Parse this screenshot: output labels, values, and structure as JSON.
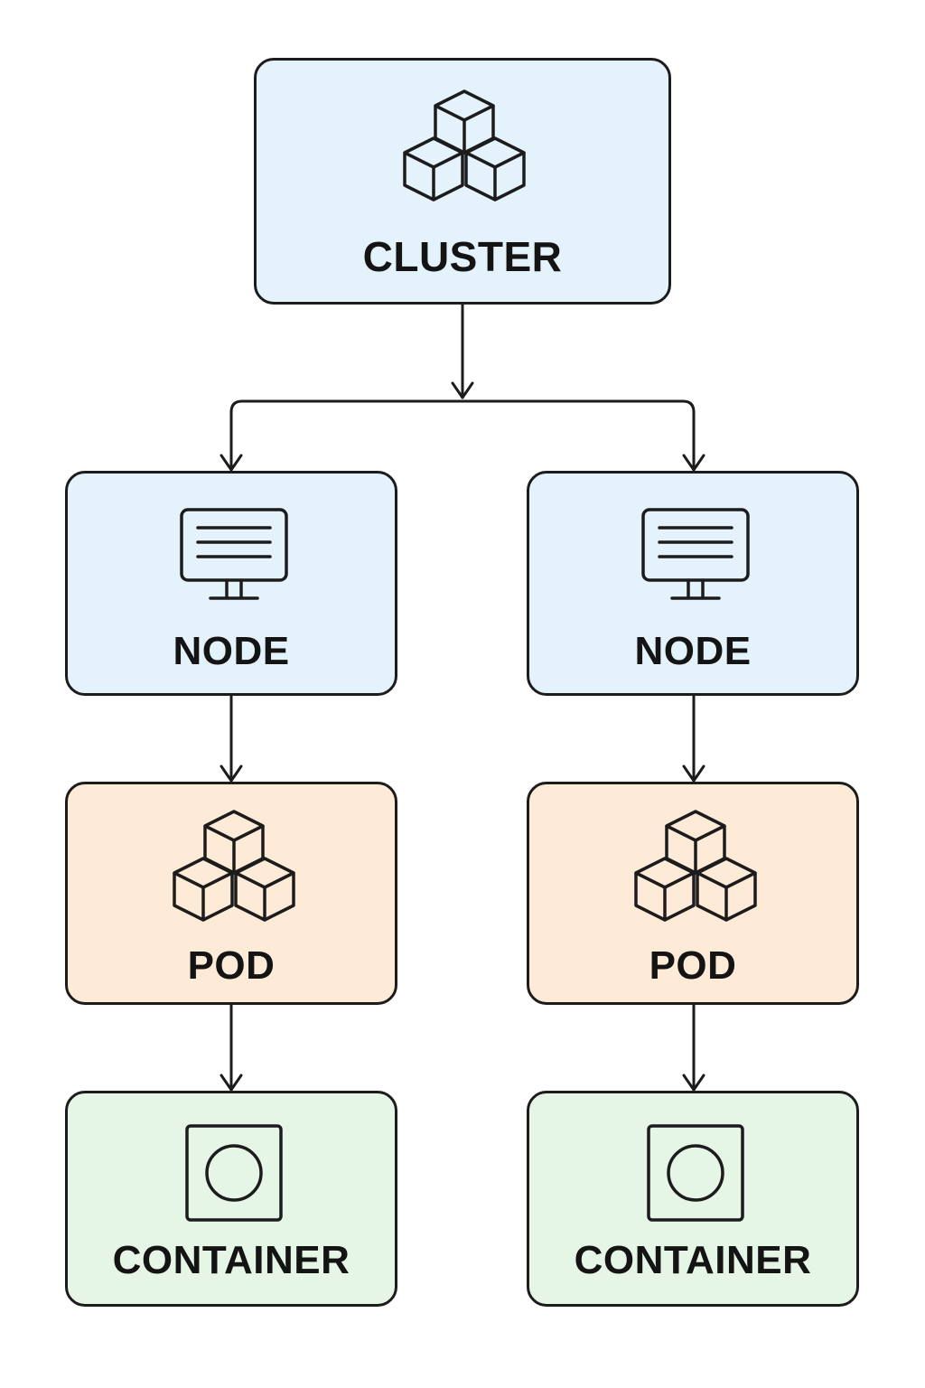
{
  "colors": {
    "stroke": "#1c1c1c",
    "blue_fill": "#e4f2fc",
    "peach_fill": "#fdebd8",
    "green_fill": "#e6f6e6"
  },
  "cluster": {
    "label": "CLUSTER",
    "icon": "cubes-icon"
  },
  "nodes": [
    {
      "label": "NODE",
      "icon": "monitor-icon"
    },
    {
      "label": "NODE",
      "icon": "monitor-icon"
    }
  ],
  "pods": [
    {
      "label": "POD",
      "icon": "cubes-icon"
    },
    {
      "label": "POD",
      "icon": "cubes-icon"
    }
  ],
  "containers": [
    {
      "label": "CONTAINER",
      "icon": "container-icon"
    },
    {
      "label": "CONTAINER",
      "icon": "container-icon"
    }
  ]
}
